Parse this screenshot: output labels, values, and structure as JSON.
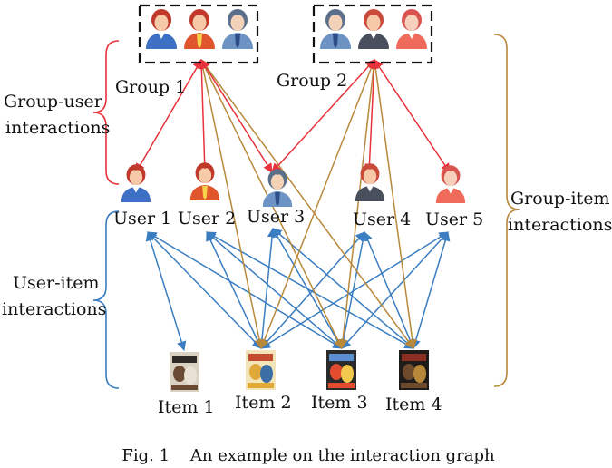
{
  "groups": [
    {
      "id": "group1",
      "label": "Group 1"
    },
    {
      "id": "group2",
      "label": "Group 2"
    }
  ],
  "users": [
    {
      "id": "user1",
      "label": "User 1",
      "avatar": "female-blue",
      "member_of": "group1"
    },
    {
      "id": "user2",
      "label": "User 2",
      "avatar": "female-red",
      "member_of": "group1"
    },
    {
      "id": "user3",
      "label": "User 3",
      "avatar": "male-blue",
      "member_of": "group1"
    },
    {
      "id": "user4",
      "label": "User 4",
      "avatar": "female-dark",
      "member_of": "group2"
    },
    {
      "id": "user5",
      "label": "User 5",
      "avatar": "female-lightred",
      "member_of": "group2"
    }
  ],
  "items": [
    {
      "id": "item1",
      "label": "Item 1"
    },
    {
      "id": "item2",
      "label": "Item 2"
    },
    {
      "id": "item3",
      "label": "Item 3"
    },
    {
      "id": "item4",
      "label": "Item 4"
    }
  ],
  "brackets": {
    "group_user": "Group-user interactions",
    "user_item": "User-item interactions",
    "group_item": "Group-item interactions"
  },
  "caption": "Fig. 1    An example on the interaction graph",
  "colors": {
    "group_user": "#e8323c",
    "user_item": "#3a7dc0",
    "group_item": "#b8893a"
  },
  "edges": {
    "group_user": [
      [
        "group1",
        "user1"
      ],
      [
        "group1",
        "user2"
      ],
      [
        "group1",
        "user3"
      ],
      [
        "group2",
        "user3"
      ],
      [
        "group2",
        "user4"
      ],
      [
        "group2",
        "user5"
      ]
    ],
    "user_item": [
      [
        "user1",
        "item1"
      ],
      [
        "user1",
        "item2"
      ],
      [
        "user1",
        "item3"
      ],
      [
        "user2",
        "item2"
      ],
      [
        "user2",
        "item3"
      ],
      [
        "user2",
        "item4"
      ],
      [
        "user3",
        "item2"
      ],
      [
        "user3",
        "item3"
      ],
      [
        "user3",
        "item4"
      ],
      [
        "user4",
        "item2"
      ],
      [
        "user4",
        "item3"
      ],
      [
        "user4",
        "item4"
      ],
      [
        "user5",
        "item2"
      ],
      [
        "user5",
        "item3"
      ],
      [
        "user5",
        "item4"
      ]
    ],
    "group_item": [
      [
        "group1",
        "item2"
      ],
      [
        "group1",
        "item3"
      ],
      [
        "group1",
        "item4"
      ],
      [
        "group2",
        "item2"
      ],
      [
        "group2",
        "item3"
      ],
      [
        "group2",
        "item4"
      ]
    ]
  }
}
